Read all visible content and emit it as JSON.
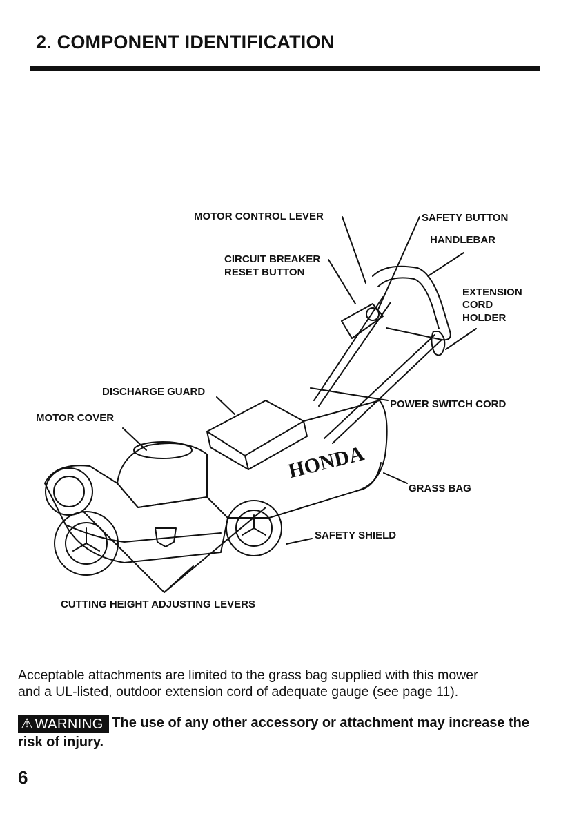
{
  "heading": "2. COMPONENT IDENTIFICATION",
  "labels": {
    "motor_control_lever": "MOTOR CONTROL LEVER",
    "safety_button": "SAFETY BUTTON",
    "handlebar": "HANDLEBAR",
    "circuit_breaker_1": "CIRCUIT BREAKER",
    "circuit_breaker_2": "RESET BUTTON",
    "extension_1": "EXTENSION",
    "extension_2": "CORD",
    "extension_3": "HOLDER",
    "discharge_guard": "DISCHARGE GUARD",
    "motor_cover": "MOTOR COVER",
    "power_switch_cord": "POWER SWITCH CORD",
    "grass_bag": "GRASS BAG",
    "safety_shield": "SAFETY SHIELD",
    "cutting_height": "CUTTING HEIGHT ADJUSTING LEVERS"
  },
  "brand_text": "HONDA",
  "body": {
    "line1": "Acceptable attachments are limited to the grass bag supplied with this mower",
    "line2": "and a UL-listed, outdoor extension cord of adequate gauge (see page 11)."
  },
  "warning": {
    "badge_icon": "warning-triangle-icon",
    "badge_label": "WARNING",
    "text": "The use of any other accessory or attachment may increase the risk of injury."
  },
  "page_number": "6"
}
